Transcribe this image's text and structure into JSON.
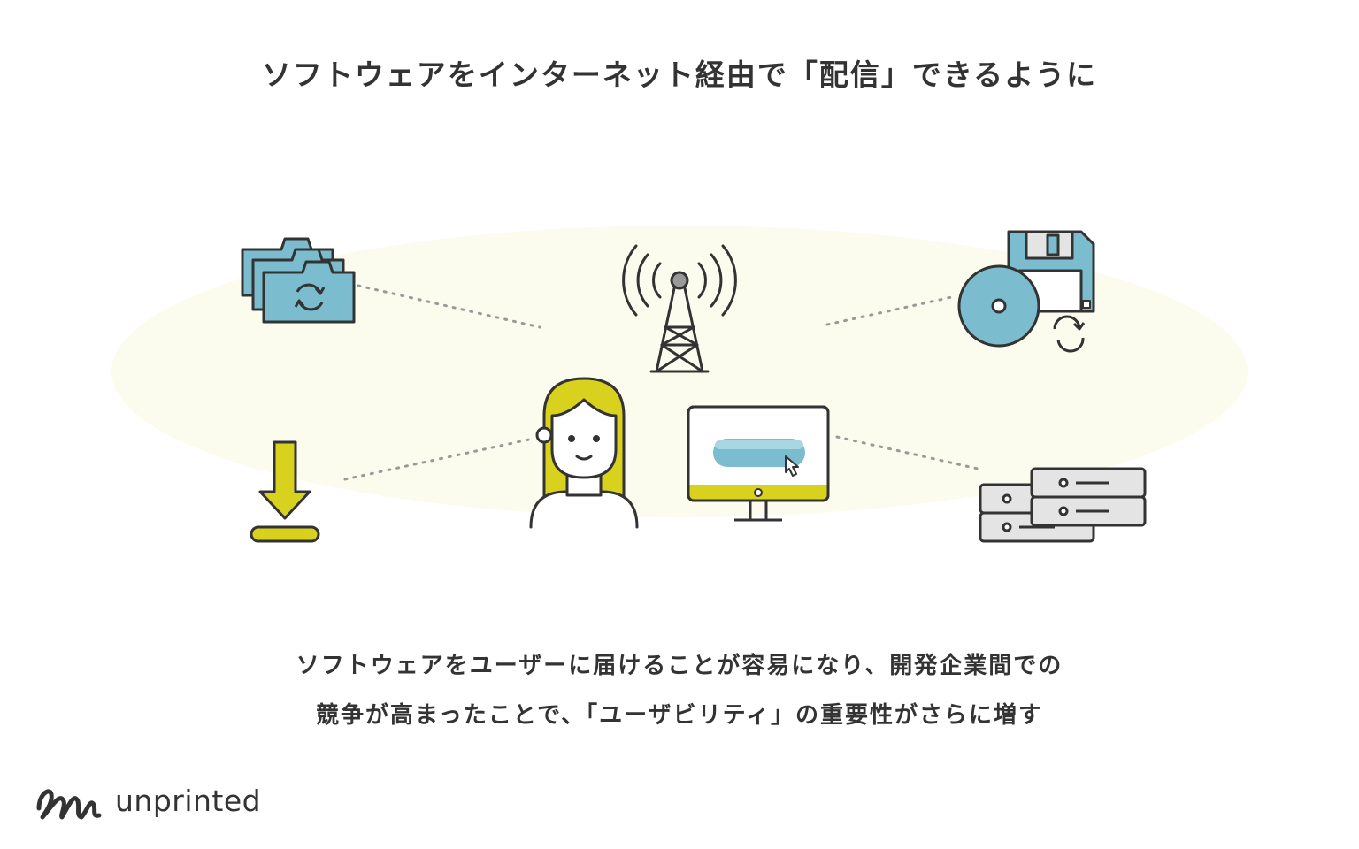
{
  "title": "ソフトウェアをインターネット経由で「配信」できるように",
  "description": {
    "line1": "ソフトウェアをユーザーに届けることが容易になり、開発企業間での",
    "line2": "競争が高まったことで、「ユーザビリティ」の重要性がさらに増す"
  },
  "logo": {
    "text": "unprinted",
    "mark": "unprinted-logo-mark"
  },
  "colors": {
    "ellipse": "#fbfbee",
    "teal": "#7bbccf",
    "yellow": "#d8d21e",
    "gray": "#e4e4e4",
    "outline": "#333333",
    "dots": "#999999"
  },
  "icons": [
    "sync-folders-icon",
    "radio-tower-icon",
    "disc-floppy-icon",
    "download-icon",
    "user-icon",
    "monitor-icon",
    "server-stack-icon"
  ]
}
